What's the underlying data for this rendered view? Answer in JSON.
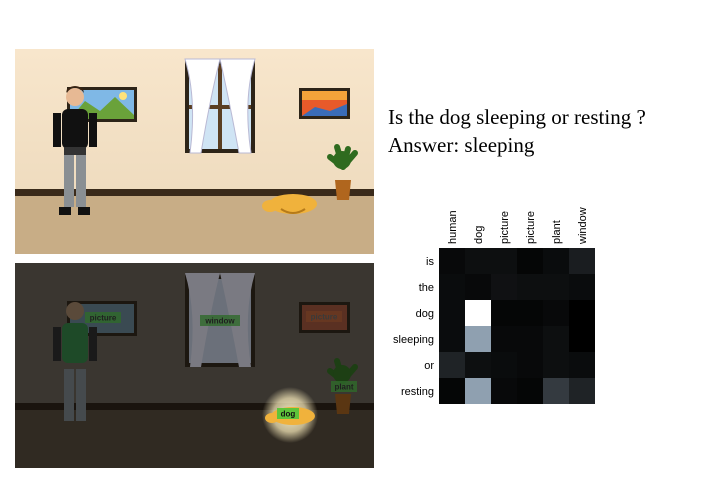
{
  "question": "Is the dog sleeping or resting ?",
  "answer": "Answer: sleeping",
  "attention_labels": [
    {
      "id": "picture1",
      "text": "picture"
    },
    {
      "id": "window",
      "text": "window"
    },
    {
      "id": "picture2",
      "text": "picture"
    },
    {
      "id": "plant",
      "text": "plant"
    },
    {
      "id": "dog",
      "text": "dog"
    }
  ],
  "chart_data": {
    "type": "heatmap",
    "columns": [
      "human",
      "dog",
      "picture",
      "picture",
      "plant",
      "window"
    ],
    "rows": [
      "is",
      "the",
      "dog",
      "sleeping",
      "or",
      "resting"
    ],
    "values": [
      [
        0.03,
        0.05,
        0.05,
        0.02,
        0.04,
        0.1
      ],
      [
        0.04,
        0.03,
        0.06,
        0.05,
        0.05,
        0.04
      ],
      [
        0.04,
        1.0,
        0.02,
        0.02,
        0.03,
        0.0
      ],
      [
        0.04,
        0.55,
        0.03,
        0.03,
        0.05,
        0.0
      ],
      [
        0.12,
        0.05,
        0.04,
        0.03,
        0.05,
        0.04
      ],
      [
        0.02,
        0.55,
        0.03,
        0.02,
        0.2,
        0.12
      ]
    ],
    "color_low": "#000000",
    "color_high": "#ffffff",
    "color_mid_tint": "#8fa0b0"
  }
}
